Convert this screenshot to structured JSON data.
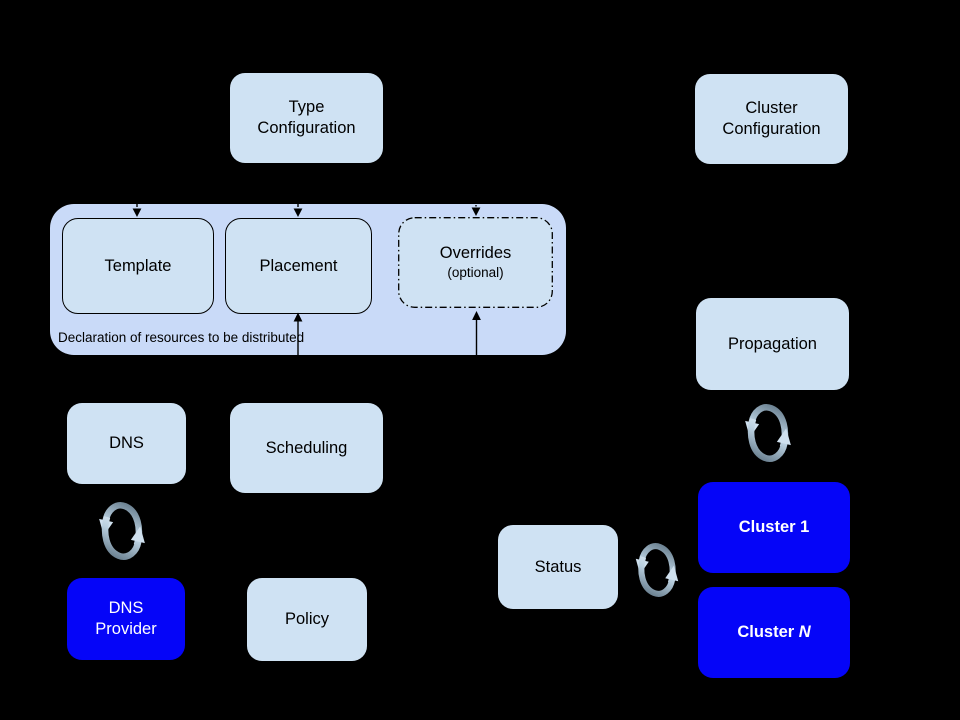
{
  "diagram": {
    "nodes": {
      "type_configuration": {
        "label": "Type\nConfiguration"
      },
      "cluster_configuration": {
        "label": "Cluster\nConfiguration"
      },
      "template": {
        "label": "Template"
      },
      "placement": {
        "label": "Placement"
      },
      "overrides": {
        "label": "Overrides",
        "sublabel": "(optional)"
      },
      "resource_group": {
        "caption": "Declaration of resources to be distributed"
      },
      "dns": {
        "label": "DNS"
      },
      "scheduling": {
        "label": "Scheduling"
      },
      "dns_provider": {
        "label": "DNS\nProvider"
      },
      "policy": {
        "label": "Policy"
      },
      "propagation": {
        "label": "Propagation"
      },
      "status": {
        "label": "Status"
      },
      "cluster_1": {
        "label": "Cluster 1"
      },
      "cluster_n": {
        "prefix": "Cluster ",
        "n": "N"
      }
    },
    "icons": {
      "sync": "circular-sync-arrows"
    },
    "colors": {
      "background": "#000000",
      "light_box": "#cfe2f3",
      "group_fill": "#c9daf8",
      "blue_box": "#0505f8",
      "box_border": "#000000",
      "connector": "#000000",
      "text_dark": "#000000",
      "text_light": "#ffffff",
      "sync_dark": "#6e8494",
      "sync_light": "#e2edf6"
    }
  }
}
